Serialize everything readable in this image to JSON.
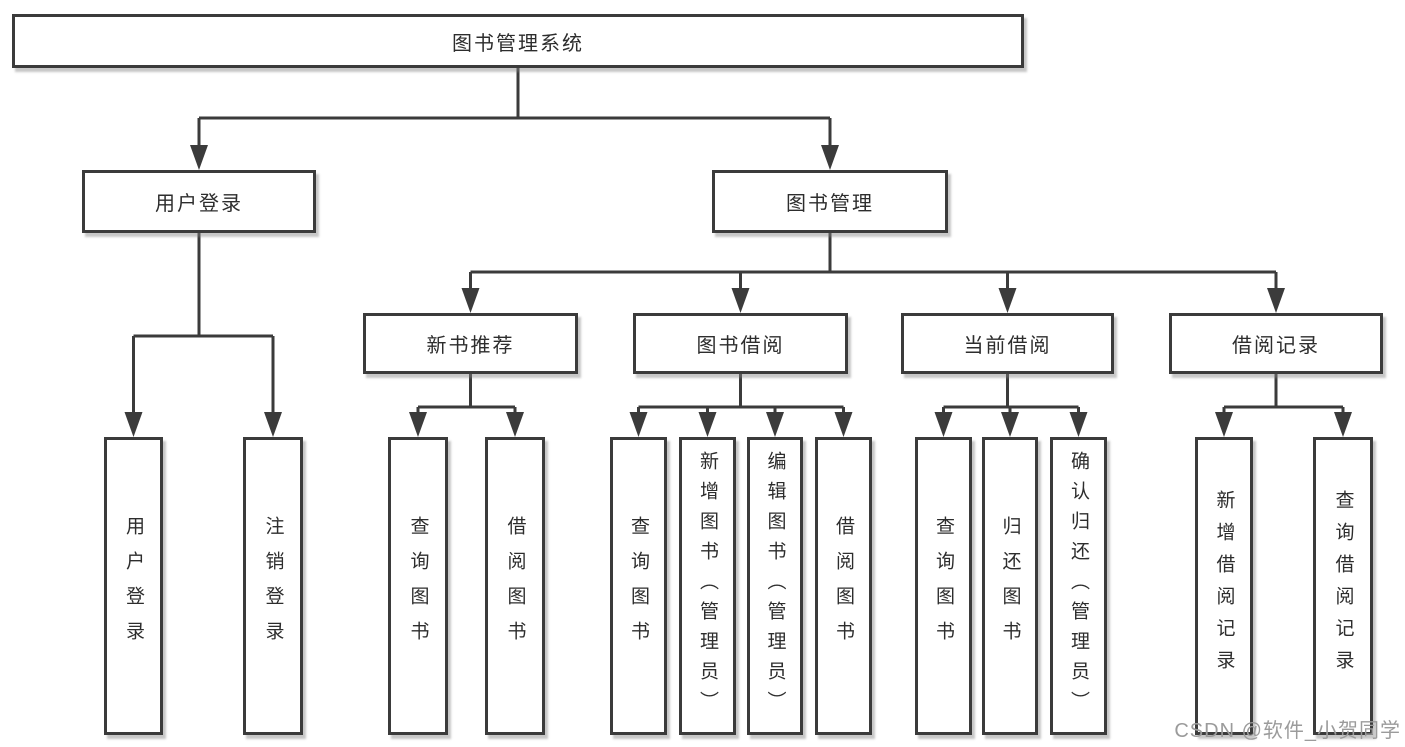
{
  "diagram_title": "图书管理系统",
  "tree": {
    "root": {
      "label": "图书管理系统"
    },
    "branches": [
      {
        "label": "用户登录",
        "children": [
          {
            "label": "用户登录"
          },
          {
            "label": "注销登录"
          }
        ]
      },
      {
        "label": "图书管理",
        "children": [
          {
            "label": "新书推荐",
            "children": [
              {
                "label": "查询图书"
              },
              {
                "label": "借阅图书"
              }
            ]
          },
          {
            "label": "图书借阅",
            "children": [
              {
                "label": "查询图书"
              },
              {
                "label": "新增图书（管理员）"
              },
              {
                "label": "编辑图书（管理员）"
              },
              {
                "label": "借阅图书"
              }
            ]
          },
          {
            "label": "当前借阅",
            "children": [
              {
                "label": "查询图书"
              },
              {
                "label": "归还图书"
              },
              {
                "label": "确认归还（管理员）"
              }
            ]
          },
          {
            "label": "借阅记录",
            "children": [
              {
                "label": "新增借阅记录"
              },
              {
                "label": "查询借阅记录"
              }
            ]
          }
        ]
      }
    ]
  },
  "watermark": {
    "text": "CSDN @软件_小贺同学"
  },
  "colors": {
    "background": "#ffffff",
    "line": "#3b3b3b",
    "box_border": "#3b3b3b",
    "text": "#2d2d2d",
    "watermark": "#9b9b9b"
  }
}
